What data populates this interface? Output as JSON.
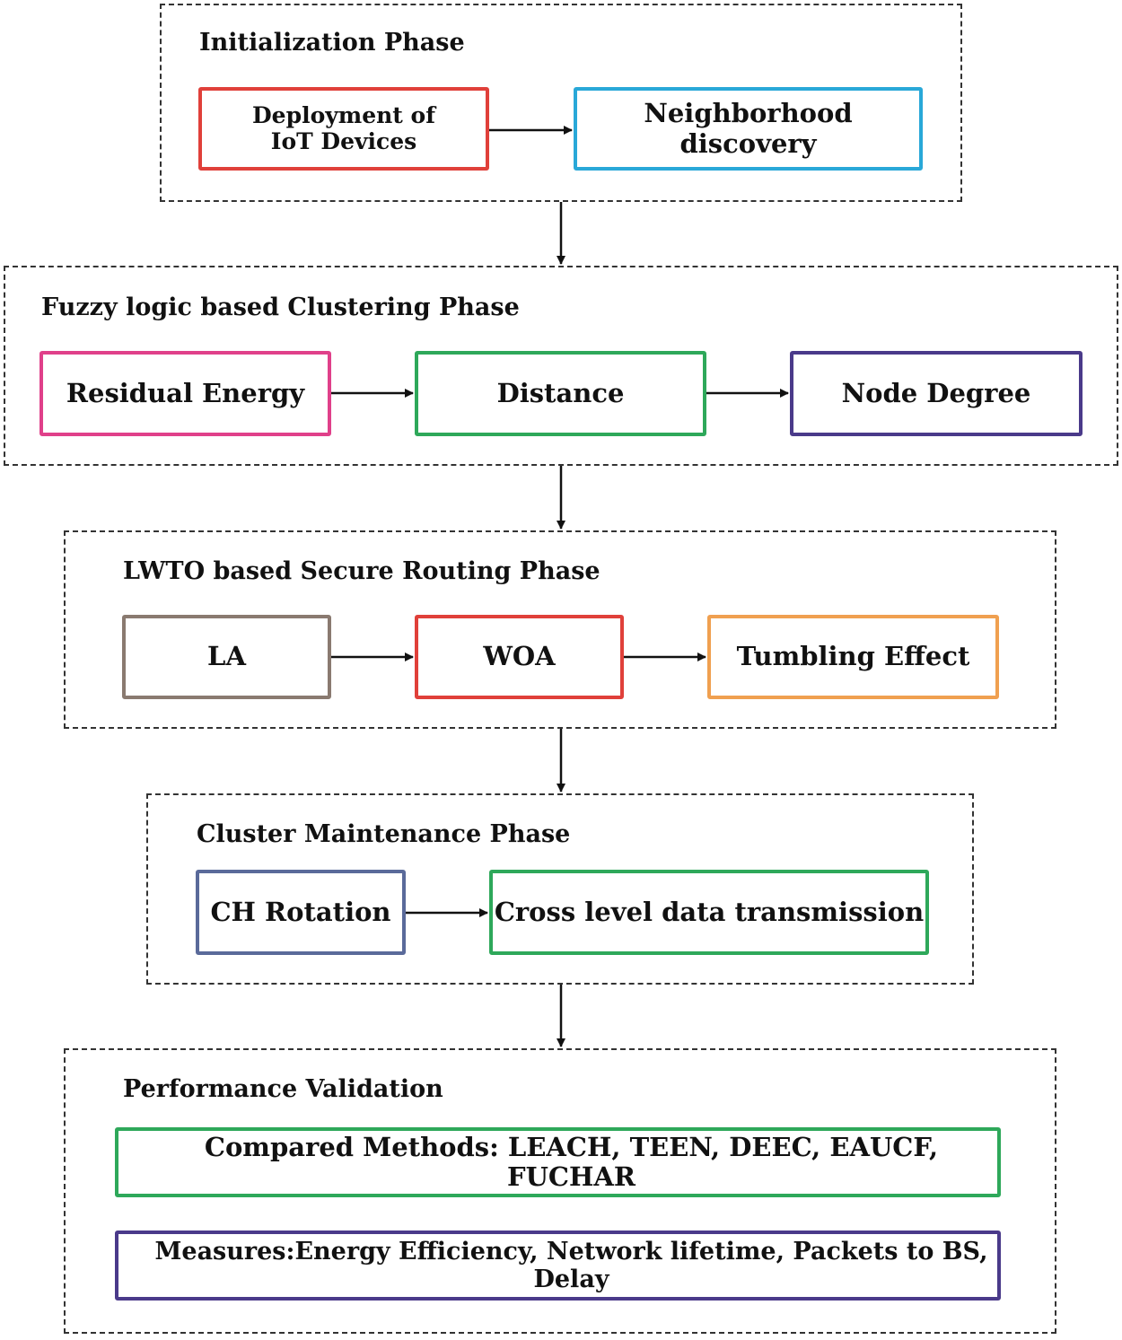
{
  "phases": {
    "initialization": {
      "title": "Initialization Phase",
      "boxes": [
        "Deployment of IoT Devices",
        "Neighborhood discovery"
      ]
    },
    "clustering": {
      "title": "Fuzzy logic based Clustering Phase",
      "boxes": [
        "Residual Energy",
        "Distance",
        "Node Degree"
      ]
    },
    "routing": {
      "title": "LWTO based Secure Routing Phase",
      "boxes": [
        "LA",
        "WOA",
        "Tumbling Effect"
      ]
    },
    "maintenance": {
      "title": "Cluster Maintenance Phase",
      "boxes": [
        "CH Rotation",
        "Cross level data transmission"
      ]
    },
    "validation": {
      "title": "Performance Validation",
      "boxes": [
        "Compared Methods: LEACH, TEEN, DEEC, EAUCF, FUCHAR",
        "Measures:Energy Efficiency, Network lifetime, Packets to BS, Delay"
      ]
    }
  },
  "colors": {
    "red": "#e0403a",
    "cyan": "#29a8d8",
    "pink": "#e0408a",
    "green": "#2ea85a",
    "purple": "#4a3a8a",
    "brown": "#8a7a70",
    "orange": "#f0a050",
    "slate": "#5a6a9a",
    "dashed": "#333333",
    "arrow": "#111111"
  }
}
